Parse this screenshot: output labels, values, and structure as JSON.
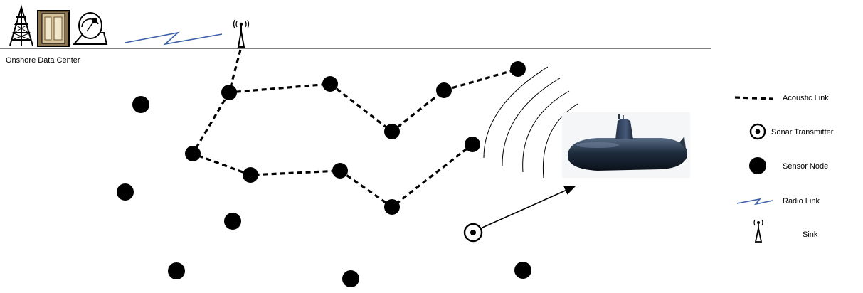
{
  "onshore": {
    "label": "Onshore Data Center",
    "icons": [
      "radio-tower-icon",
      "server-cabinet-icon",
      "satellite-dish-icon"
    ]
  },
  "legend": {
    "acoustic_link": "Acoustic Link",
    "sonar_transmitter": "Sonar Transmitter",
    "sensor_node": "Sensor Node",
    "radio_link": "Radio Link",
    "sink": "Sink"
  },
  "colors": {
    "radio_link": "#3b5fa8",
    "node": "#000000",
    "submarine": "#1e2a3a"
  }
}
